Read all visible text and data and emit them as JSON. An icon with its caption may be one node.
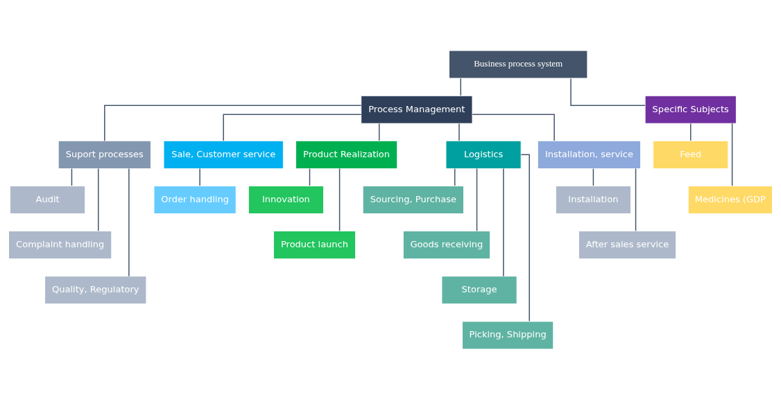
{
  "diagram": {
    "nodes": [
      {
        "text": [
          "Business process system"
        ]
      },
      {
        "text": [
          "Process Management"
        ]
      },
      {
        "text": [
          "Specific Subjects"
        ]
      },
      {
        "text": [
          "Suport processes"
        ]
      },
      {
        "text": [
          "Sale, Customer service"
        ]
      },
      {
        "text": [
          "Product Realization"
        ]
      },
      {
        "text": [
          "Logistics"
        ]
      },
      {
        "text": [
          "Installation, service"
        ]
      },
      {
        "text": [
          "Audit"
        ]
      },
      {
        "text": [
          "Complaint handling"
        ]
      },
      {
        "text": [
          "Quality, Regulatory"
        ]
      },
      {
        "text": [
          "Order handling"
        ]
      },
      {
        "text": [
          "Innovation"
        ]
      },
      {
        "text": [
          "Product launch"
        ]
      },
      {
        "text": [
          "Sourcing, Purchase"
        ]
      },
      {
        "text": [
          "Goods receiving"
        ]
      },
      {
        "text": [
          "Storage"
        ]
      },
      {
        "text": [
          "Picking, Shipping"
        ]
      },
      {
        "text": [
          "Installation"
        ]
      },
      {
        "text": [
          "After sales service"
        ]
      },
      {
        "text": [
          "Feed"
        ]
      },
      {
        "text": [
          "Medicines (GDP"
        ]
      }
    ],
    "edges": [
      {
        "from": 0,
        "to": 1,
        "arrow": "none"
      },
      {
        "from": 0,
        "to": 2,
        "arrow": "none"
      },
      {
        "from": 1,
        "to": 3,
        "arrow": "none"
      },
      {
        "from": 1,
        "to": 4,
        "arrow": "none"
      },
      {
        "from": 1,
        "to": 5,
        "arrow": "none"
      },
      {
        "from": 1,
        "to": 6,
        "arrow": "none"
      },
      {
        "from": 1,
        "to": 7,
        "arrow": "none"
      },
      {
        "from": 3,
        "to": 8,
        "arrow": "none"
      },
      {
        "from": 3,
        "to": 9,
        "arrow": "none"
      },
      {
        "from": 3,
        "to": 10,
        "arrow": "none"
      },
      {
        "from": 4,
        "to": 11,
        "arrow": "none"
      },
      {
        "from": 5,
        "to": 12,
        "arrow": "none"
      },
      {
        "from": 5,
        "to": 13,
        "arrow": "none"
      },
      {
        "from": 6,
        "to": 14,
        "arrow": "none"
      },
      {
        "from": 6,
        "to": 15,
        "arrow": "none"
      },
      {
        "from": 6,
        "to": 16,
        "arrow": "none"
      },
      {
        "from": 6,
        "to": 17,
        "arrow": "none"
      },
      {
        "from": 7,
        "to": 18,
        "arrow": "none"
      },
      {
        "from": 7,
        "to": 19,
        "arrow": "none"
      },
      {
        "from": 2,
        "to": 20,
        "arrow": "none"
      },
      {
        "from": 2,
        "to": 21,
        "arrow": "none"
      }
    ]
  }
}
